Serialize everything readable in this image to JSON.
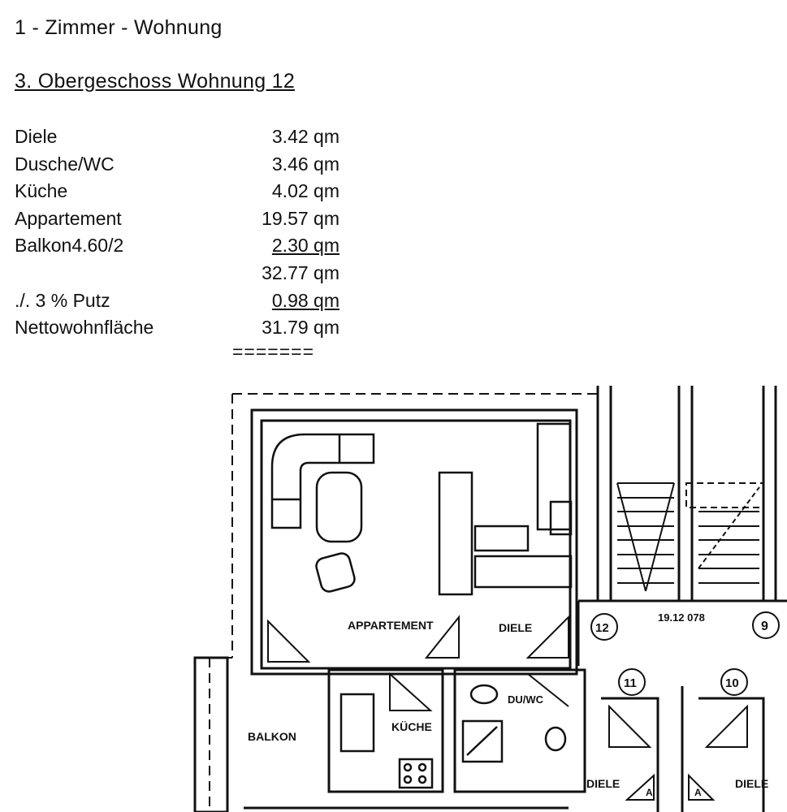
{
  "header": {
    "title": "1 - Zimmer - Wohnung",
    "subtitle": "3. Obergeschoss Wohnung 12"
  },
  "areas": [
    {
      "label": "Diele",
      "value": "3.42 qm",
      "underline": false
    },
    {
      "label": "Dusche/WC",
      "value": "3.46 qm",
      "underline": false
    },
    {
      "label": "Küche",
      "value": "4.02 qm",
      "underline": false
    },
    {
      "label": "Appartement",
      "value": "19.57 qm",
      "underline": false
    },
    {
      "label": "Balkon4.60/2",
      "value": "2.30 qm",
      "underline": true
    },
    {
      "label": "",
      "value": "32.77 qm",
      "underline": false
    },
    {
      "label": "./. 3 % Putz",
      "value": "0.98 qm",
      "underline": true
    },
    {
      "label": "Nettowohnfläche",
      "value": "31.79 qm",
      "underline": false
    }
  ],
  "total_marker": "=======",
  "plan": {
    "labels": {
      "appartement": "APPARTEMENT",
      "diele_main": "DIELE",
      "balkon": "BALKON",
      "kuche": "KÜCHE",
      "dusche": "DU/WC",
      "diele_left": "DIELE",
      "diele_right": "DIELE",
      "stair_note": "19.12 078",
      "arrow_a1": "A",
      "arrow_a2": "A"
    },
    "unit_numbers": {
      "u12": "12",
      "u11": "11",
      "u10": "10",
      "u9": "9"
    }
  }
}
